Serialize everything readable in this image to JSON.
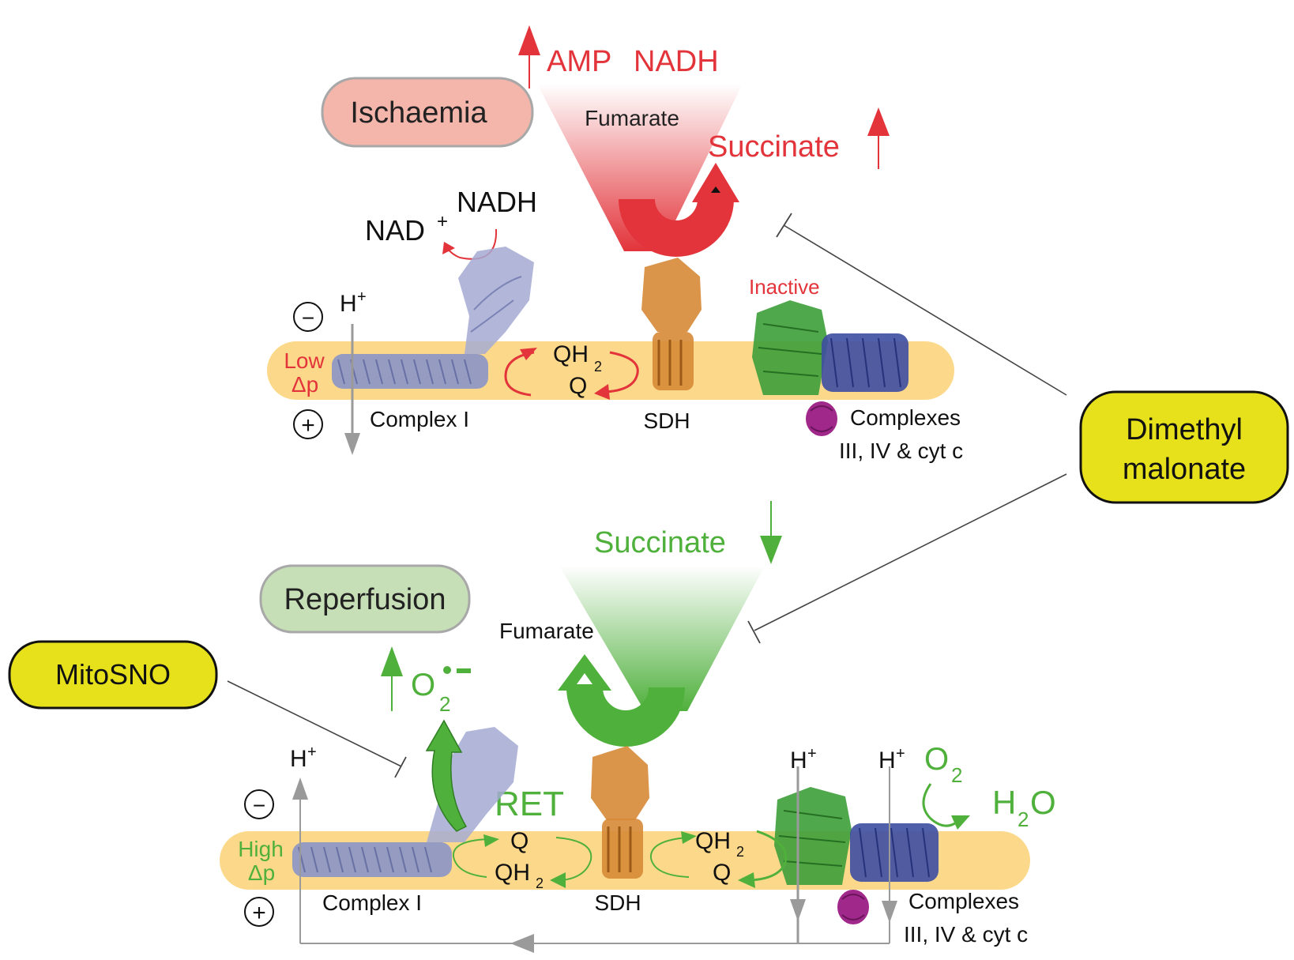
{
  "colors": {
    "red": "#e2343a",
    "green": "#4fb03c",
    "membrane": "#fcd98a",
    "ischaemia_fill": "#f4b5ab",
    "reperfusion_fill": "#c7dfb7",
    "drug_fill": "#e6e11b",
    "complex1": "#8b93c6",
    "sdh": "#d68a36",
    "complex3": "#3d9e3a",
    "complex4": "#3d4ea1",
    "cytc": "#a0288a",
    "grey": "#9a9a9a"
  },
  "ischaemia": {
    "label": "Ischaemia",
    "amp": "AMP",
    "nadh_up": "NADH",
    "fumarate": "Fumarate",
    "succinate": "Succinate",
    "nadh": "NADH",
    "nad": "NAD",
    "nad_sup": "+",
    "inactive": "Inactive",
    "h": "H",
    "h_sup": "+",
    "low": "Low",
    "dp": "Δp",
    "qh": "QH",
    "qh_sub": "2",
    "q": "Q",
    "complex1": "Complex I",
    "sdh": "SDH",
    "complexes_1": "Complexes",
    "complexes_2": "III, IV & cyt c",
    "minus": "−",
    "plus": "+"
  },
  "reperfusion": {
    "label": "Reperfusion",
    "succinate": "Succinate",
    "fumarate": "Fumarate",
    "o": "O",
    "o_sub": "2",
    "ret": "RET",
    "h": "H",
    "h_sup": "+",
    "high": "High",
    "dp": "Δp",
    "q_a": "Q",
    "qh_a": "QH",
    "qh_sub": "2",
    "qh_b": "QH",
    "q_b": "Q",
    "o2": "O",
    "o2_sub": "2",
    "h2o_h": "H",
    "h2o_sub": "2",
    "h2o_o": "O",
    "complex1": "Complex I",
    "sdh": "SDH",
    "complexes_1": "Complexes",
    "complexes_2": "III, IV & cyt c",
    "minus": "−",
    "plus": "+"
  },
  "drugs": {
    "dimethyl_1": "Dimethyl",
    "dimethyl_2": "malonate",
    "mitosno": "MitoSNO"
  }
}
